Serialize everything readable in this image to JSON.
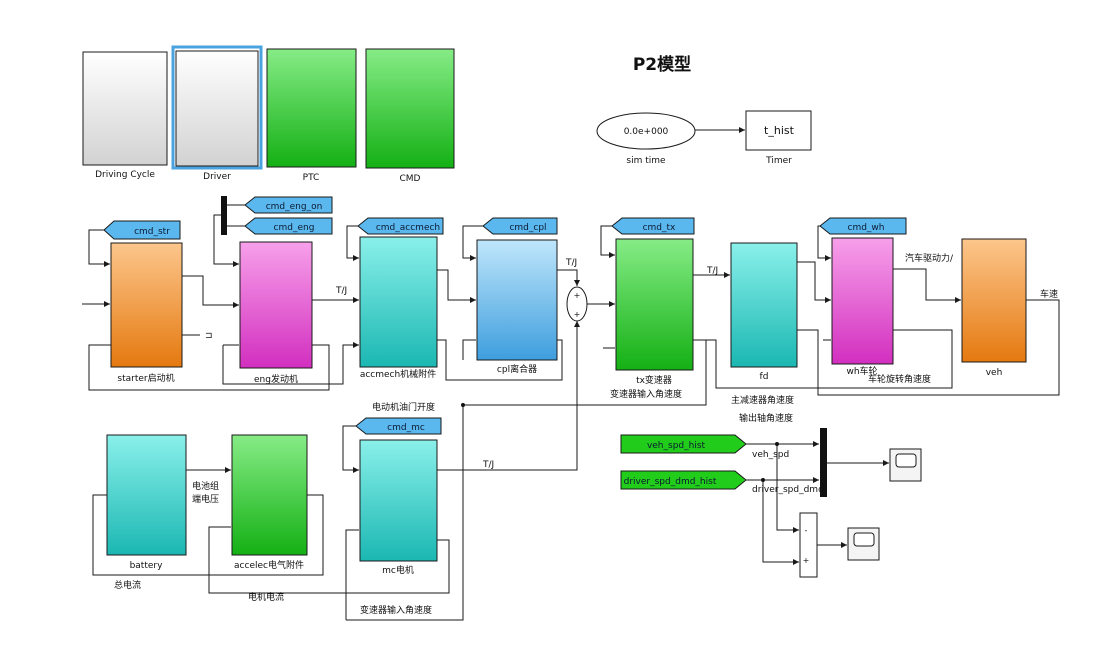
{
  "title": "P2模型",
  "top_blocks": {
    "driving_cycle": "Driving Cycle",
    "driver": "Driver",
    "ptc": "PTC",
    "cmd": "CMD"
  },
  "sim_time": {
    "value": "0.0e+000",
    "label": "sim time"
  },
  "timer": {
    "inner": "t_hist",
    "label": "Timer"
  },
  "goto_tags": {
    "cmd_str": "cmd_str",
    "cmd_eng_on": "cmd_eng_on",
    "cmd_eng": "cmd_eng",
    "cmd_accmech": "cmd_accmech",
    "cmd_cpl": "cmd_cpl",
    "cmd_tx": "cmd_tx",
    "cmd_wh": "cmd_wh",
    "cmd_mc": "cmd_mc",
    "veh_spd_hist": "veh_spd_hist",
    "driver_spd_dmd_hist": "driver_spd_dmd_hist"
  },
  "blocks": {
    "starter": "starter启动机",
    "eng": "eng发动机",
    "accmech": "accmech机械附件",
    "cpl": "cpl离合器",
    "tx": "tx变速器",
    "fd": "fd",
    "wh": "wh车轮",
    "veh": "veh",
    "battery": "battery",
    "accelec": "accelec电气附件",
    "mc": "mc电机"
  },
  "signals": {
    "tj1": "T/J",
    "tj2": "T/J",
    "tj3": "T/J",
    "tj4": "T/J",
    "sum_plus": "+",
    "sub_minus": "-",
    "sub_plus": "+",
    "veh_spd": "veh_spd",
    "driver_spd_dmd": "driver_spd_dmd",
    "drive_force": "汽车驱动力/",
    "car_speed": "车速",
    "wheel_ang_speed": "车轮旋转角速度",
    "fd_ang_speed": "主减速器角速度",
    "output_shaft": "输出轴角速度",
    "tx_input": "变速器输入角速度",
    "tx_input2": "变速器输入角速度",
    "motor_throttle": "电动机油门开度",
    "bat_voltage_1": "电池组",
    "bat_voltage_2": "端电压",
    "total_current": "总电流",
    "motor_current": "电机电流"
  },
  "colors": {
    "orange": "#f08a1e",
    "magenta": "#d936c8",
    "cyan": "#2cc5c0",
    "skyblue": "#5aaee6",
    "green": "#21b21c",
    "tag_blue": "#5bb8ee",
    "goto_green": "#22cc1a",
    "selection": "#4aa3df"
  }
}
